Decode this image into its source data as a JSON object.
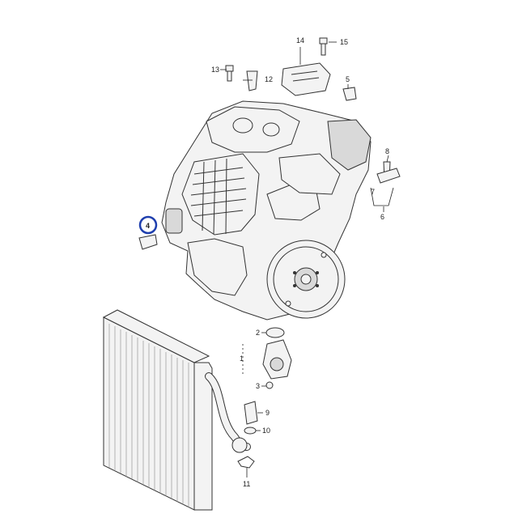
{
  "diagram": {
    "callouts": [
      {
        "id": "c1",
        "text": "1"
      },
      {
        "id": "c2",
        "text": "2"
      },
      {
        "id": "c3",
        "text": "3"
      },
      {
        "id": "c4",
        "text": "4"
      },
      {
        "id": "c5",
        "text": "5"
      },
      {
        "id": "c6",
        "text": "6"
      },
      {
        "id": "c7",
        "text": "7"
      },
      {
        "id": "c8",
        "text": "8"
      },
      {
        "id": "c9",
        "text": "9"
      },
      {
        "id": "c10",
        "text": "10"
      },
      {
        "id": "c11",
        "text": "11"
      },
      {
        "id": "c12",
        "text": "12"
      },
      {
        "id": "c13",
        "text": "13"
      },
      {
        "id": "c14",
        "text": "14"
      },
      {
        "id": "c15",
        "text": "15"
      }
    ],
    "highlighted_callout": "4",
    "colors": {
      "highlight_ring": "#1f3fae",
      "line": "#333333",
      "part_fill": "#f3f3f3",
      "part_shade": "#d9d9d9"
    }
  }
}
